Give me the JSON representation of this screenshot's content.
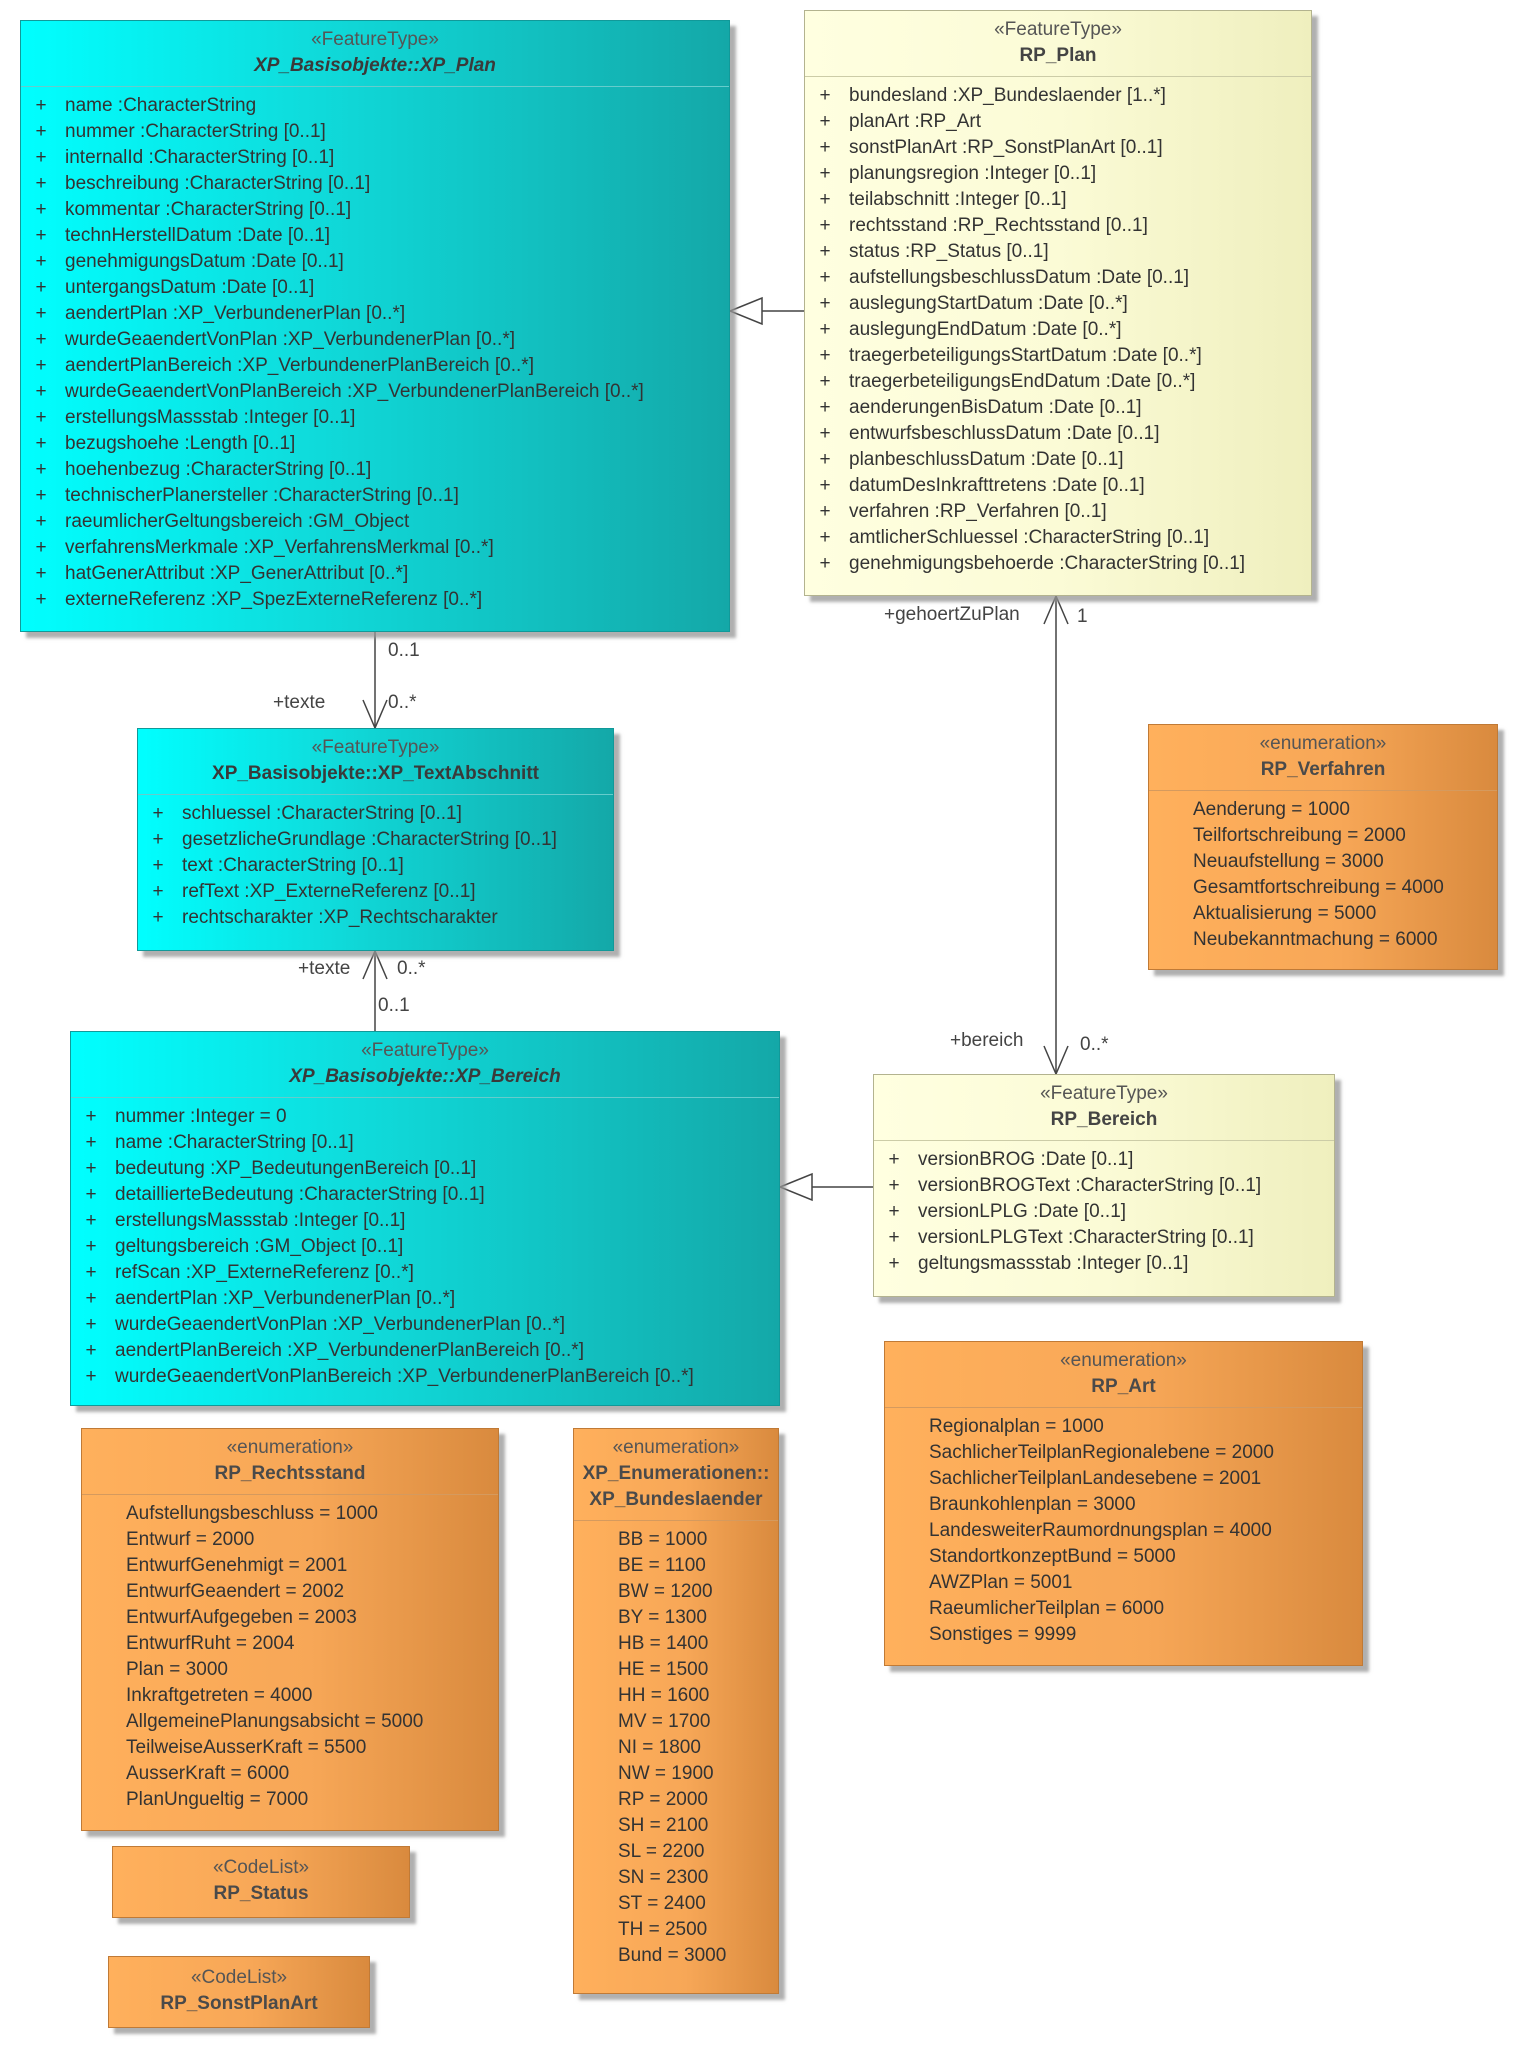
{
  "classes": {
    "xp_plan": {
      "stereotype": "«FeatureType»",
      "name": "XP_Basisobjekte::XP_Plan",
      "attributes": [
        {
          "vis": "+",
          "text": "name  :CharacterString"
        },
        {
          "vis": "+",
          "text": "nummer  :CharacterString [0..1]"
        },
        {
          "vis": "+",
          "text": "internalId  :CharacterString [0..1]"
        },
        {
          "vis": "+",
          "text": "beschreibung  :CharacterString [0..1]"
        },
        {
          "vis": "+",
          "text": "kommentar  :CharacterString [0..1]"
        },
        {
          "vis": "+",
          "text": "technHerstellDatum  :Date [0..1]"
        },
        {
          "vis": "+",
          "text": "genehmigungsDatum  :Date [0..1]"
        },
        {
          "vis": "+",
          "text": "untergangsDatum  :Date [0..1]"
        },
        {
          "vis": "+",
          "text": "aendertPlan  :XP_VerbundenerPlan [0..*]"
        },
        {
          "vis": "+",
          "text": "wurdeGeaendertVonPlan  :XP_VerbundenerPlan [0..*]"
        },
        {
          "vis": "+",
          "text": "aendertPlanBereich  :XP_VerbundenerPlanBereich [0..*]"
        },
        {
          "vis": "+",
          "text": "wurdeGeaendertVonPlanBereich  :XP_VerbundenerPlanBereich [0..*]"
        },
        {
          "vis": "+",
          "text": "erstellungsMassstab  :Integer [0..1]"
        },
        {
          "vis": "+",
          "text": "bezugshoehe  :Length [0..1]"
        },
        {
          "vis": "+",
          "text": "hoehenbezug  :CharacterString [0..1]"
        },
        {
          "vis": "+",
          "text": "technischerPlanersteller  :CharacterString [0..1]"
        },
        {
          "vis": "+",
          "text": "raeumlicherGeltungsbereich  :GM_Object"
        },
        {
          "vis": "+",
          "text": "verfahrensMerkmale  :XP_VerfahrensMerkmal [0..*]"
        },
        {
          "vis": "+",
          "text": "hatGenerAttribut  :XP_GenerAttribut [0..*]"
        },
        {
          "vis": "+",
          "text": "externeReferenz  :XP_SpezExterneReferenz [0..*]"
        }
      ]
    },
    "rp_plan": {
      "stereotype": "«FeatureType»",
      "name": "RP_Plan",
      "attributes": [
        {
          "vis": "+",
          "text": "bundesland  :XP_Bundeslaender [1..*]"
        },
        {
          "vis": "+",
          "text": "planArt  :RP_Art"
        },
        {
          "vis": "+",
          "text": "sonstPlanArt  :RP_SonstPlanArt [0..1]"
        },
        {
          "vis": "+",
          "text": "planungsregion  :Integer [0..1]"
        },
        {
          "vis": "+",
          "text": "teilabschnitt  :Integer [0..1]"
        },
        {
          "vis": "+",
          "text": "rechtsstand  :RP_Rechtsstand [0..1]"
        },
        {
          "vis": "+",
          "text": "status  :RP_Status [0..1]"
        },
        {
          "vis": "+",
          "text": "aufstellungsbeschlussDatum  :Date [0..1]"
        },
        {
          "vis": "+",
          "text": "auslegungStartDatum  :Date [0..*]"
        },
        {
          "vis": "+",
          "text": "auslegungEndDatum  :Date [0..*]"
        },
        {
          "vis": "+",
          "text": "traegerbeteiligungsStartDatum  :Date [0..*]"
        },
        {
          "vis": "+",
          "text": "traegerbeteiligungsEndDatum  :Date [0..*]"
        },
        {
          "vis": "+",
          "text": "aenderungenBisDatum  :Date [0..1]"
        },
        {
          "vis": "+",
          "text": "entwurfsbeschlussDatum  :Date [0..1]"
        },
        {
          "vis": "+",
          "text": "planbeschlussDatum  :Date [0..1]"
        },
        {
          "vis": "+",
          "text": "datumDesInkrafttretens  :Date [0..1]"
        },
        {
          "vis": "+",
          "text": "verfahren  :RP_Verfahren [0..1]"
        },
        {
          "vis": "+",
          "text": "amtlicherSchluessel  :CharacterString [0..1]"
        },
        {
          "vis": "+",
          "text": "genehmigungsbehoerde  :CharacterString [0..1]"
        }
      ]
    },
    "xp_textabschnitt": {
      "stereotype": "«FeatureType»",
      "name": "XP_Basisobjekte::XP_TextAbschnitt",
      "attributes": [
        {
          "vis": "+",
          "text": "schluessel  :CharacterString [0..1]"
        },
        {
          "vis": "+",
          "text": "gesetzlicheGrundlage  :CharacterString [0..1]"
        },
        {
          "vis": "+",
          "text": "text  :CharacterString [0..1]"
        },
        {
          "vis": "+",
          "text": "refText  :XP_ExterneReferenz [0..1]"
        },
        {
          "vis": "+",
          "text": "rechtscharakter  :XP_Rechtscharakter"
        }
      ]
    },
    "xp_bereich": {
      "stereotype": "«FeatureType»",
      "name": "XP_Basisobjekte::XP_Bereich",
      "attributes": [
        {
          "vis": "+",
          "text": "nummer  :Integer = 0"
        },
        {
          "vis": "+",
          "text": "name  :CharacterString [0..1]"
        },
        {
          "vis": "+",
          "text": "bedeutung  :XP_BedeutungenBereich [0..1]"
        },
        {
          "vis": "+",
          "text": "detaillierteBedeutung  :CharacterString [0..1]"
        },
        {
          "vis": "+",
          "text": "erstellungsMassstab  :Integer [0..1]"
        },
        {
          "vis": "+",
          "text": "geltungsbereich  :GM_Object [0..1]"
        },
        {
          "vis": "+",
          "text": "refScan  :XP_ExterneReferenz [0..*]"
        },
        {
          "vis": "+",
          "text": "aendertPlan  :XP_VerbundenerPlan [0..*]"
        },
        {
          "vis": "+",
          "text": "wurdeGeaendertVonPlan  :XP_VerbundenerPlan [0..*]"
        },
        {
          "vis": "+",
          "text": "aendertPlanBereich  :XP_VerbundenerPlanBereich [0..*]"
        },
        {
          "vis": "+",
          "text": "wurdeGeaendertVonPlanBereich  :XP_VerbundenerPlanBereich [0..*]"
        }
      ]
    },
    "rp_bereich": {
      "stereotype": "«FeatureType»",
      "name": "RP_Bereich",
      "attributes": [
        {
          "vis": "+",
          "text": "versionBROG  :Date [0..1]"
        },
        {
          "vis": "+",
          "text": "versionBROGText  :CharacterString [0..1]"
        },
        {
          "vis": "+",
          "text": "versionLPLG  :Date [0..1]"
        },
        {
          "vis": "+",
          "text": "versionLPLGText  :CharacterString [0..1]"
        },
        {
          "vis": "+",
          "text": "geltungsmassstab  :Integer [0..1]"
        }
      ]
    }
  },
  "enums": {
    "rp_verfahren": {
      "stereotype": "«enumeration»",
      "name": "RP_Verfahren",
      "literals": [
        "Aenderung = 1000",
        "Teilfortschreibung = 2000",
        "Neuaufstellung = 3000",
        "Gesamtfortschreibung = 4000",
        "Aktualisierung = 5000",
        "Neubekanntmachung = 6000"
      ]
    },
    "rp_art": {
      "stereotype": "«enumeration»",
      "name": "RP_Art",
      "literals": [
        "Regionalplan = 1000",
        "SachlicherTeilplanRegionalebene = 2000",
        "SachlicherTeilplanLandesebene = 2001",
        "Braunkohlenplan = 3000",
        "LandesweiterRaumordnungsplan = 4000",
        "StandortkonzeptBund = 5000",
        "AWZPlan = 5001",
        "RaeumlicherTeilplan = 6000",
        "Sonstiges = 9999"
      ]
    },
    "rp_rechtsstand": {
      "stereotype": "«enumeration»",
      "name": "RP_Rechtsstand",
      "literals": [
        "Aufstellungsbeschluss = 1000",
        "Entwurf = 2000",
        "EntwurfGenehmigt = 2001",
        "EntwurfGeaendert = 2002",
        "EntwurfAufgegeben = 2003",
        "EntwurfRuht = 2004",
        "Plan = 3000",
        "Inkraftgetreten = 4000",
        "AllgemeinePlanungsabsicht = 5000",
        "TeilweiseAusserKraft = 5500",
        "AusserKraft = 6000",
        "PlanUngueltig = 7000"
      ]
    },
    "xp_bundeslaender": {
      "stereotype": "«enumeration»",
      "name_line1": "XP_Enumerationen::",
      "name_line2": "XP_Bundeslaender",
      "literals": [
        "BB = 1000",
        "BE = 1100",
        "BW = 1200",
        "BY = 1300",
        "HB = 1400",
        "HE = 1500",
        "HH = 1600",
        "MV = 1700",
        "NI = 1800",
        "NW = 1900",
        "RP = 2000",
        "SH = 2100",
        "SL = 2200",
        "SN = 2300",
        "ST = 2400",
        "TH = 2500",
        "Bund = 3000"
      ]
    },
    "rp_status": {
      "stereotype": "«CodeList»",
      "name": "RP_Status"
    },
    "rp_sonstplanart": {
      "stereotype": "«CodeList»",
      "name": "RP_SonstPlanArt"
    }
  },
  "associations": {
    "plan_text": {
      "role": "+texte",
      "mult_source": "0..1",
      "mult_target": "0..*"
    },
    "bereich_text": {
      "role": "+texte",
      "mult_target": "0..*",
      "mult_source": "0..1"
    },
    "rpplan_rpbereich": {
      "role_plan": "+gehoertZuPlan",
      "mult_plan": "1",
      "role_bereich": "+bereich",
      "mult_bereich": "0..*"
    }
  }
}
